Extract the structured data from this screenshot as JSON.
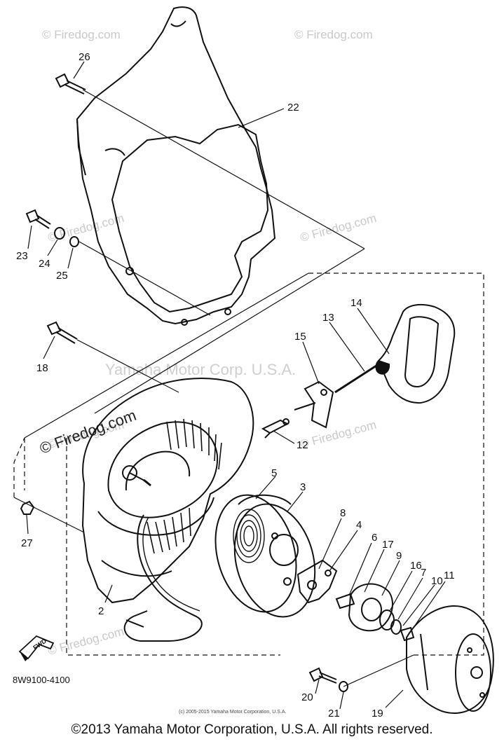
{
  "diagram": {
    "drawing_code": "8W9100-4100",
    "small_copyright": "(c) 2005-2015 Yamaha Motor Corporation, U.S.A.",
    "footer_copyright": "©2013 Yamaha Motor Corporation, U.S.A. All rights reserved.",
    "fwd_arrow_text": "FWD",
    "watermarks": [
      "© Firedog.com",
      "© Firedog.com",
      "© Firedog.com",
      "© Firedog.com",
      "© Firedog.com",
      "© Firedog.com",
      "Yamaha Motor Corp. U.S.A.",
      "© Firedog.com",
      "© Firedog.com"
    ],
    "part_labels": [
      "26",
      "22",
      "23",
      "24",
      "25",
      "18",
      "14",
      "13",
      "15",
      "12",
      "27",
      "5",
      "3",
      "8",
      "4",
      "6",
      "17",
      "9",
      "16",
      "7",
      "10",
      "11",
      "2",
      "20",
      "21",
      "19"
    ]
  }
}
